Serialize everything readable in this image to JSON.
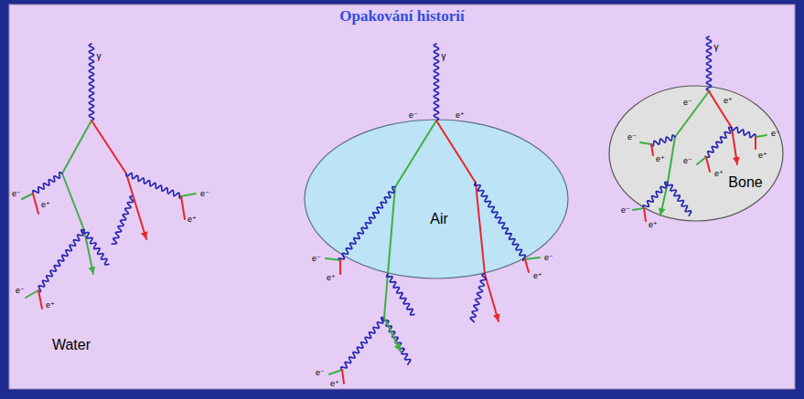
{
  "diagram": {
    "title": "Opakování historií",
    "nodes": [
      {
        "text": [
          "Air"
        ]
      },
      {
        "text": [
          "Bone"
        ]
      }
    ],
    "labels": [
      "Water",
      "γ",
      "e⁻",
      "e⁺",
      "e⁻",
      "e⁺",
      "e⁻",
      "e⁺",
      "γ",
      "e⁻",
      "e⁺",
      "e⁻",
      "e⁺",
      "e⁻",
      "e⁺",
      "e⁻",
      "e⁺",
      "γ",
      "e⁻",
      "e⁺",
      "e⁻",
      "e⁺",
      "e⁻",
      "e⁺",
      "e⁻",
      "e⁺",
      "e⁻",
      "e⁺"
    ]
  }
}
